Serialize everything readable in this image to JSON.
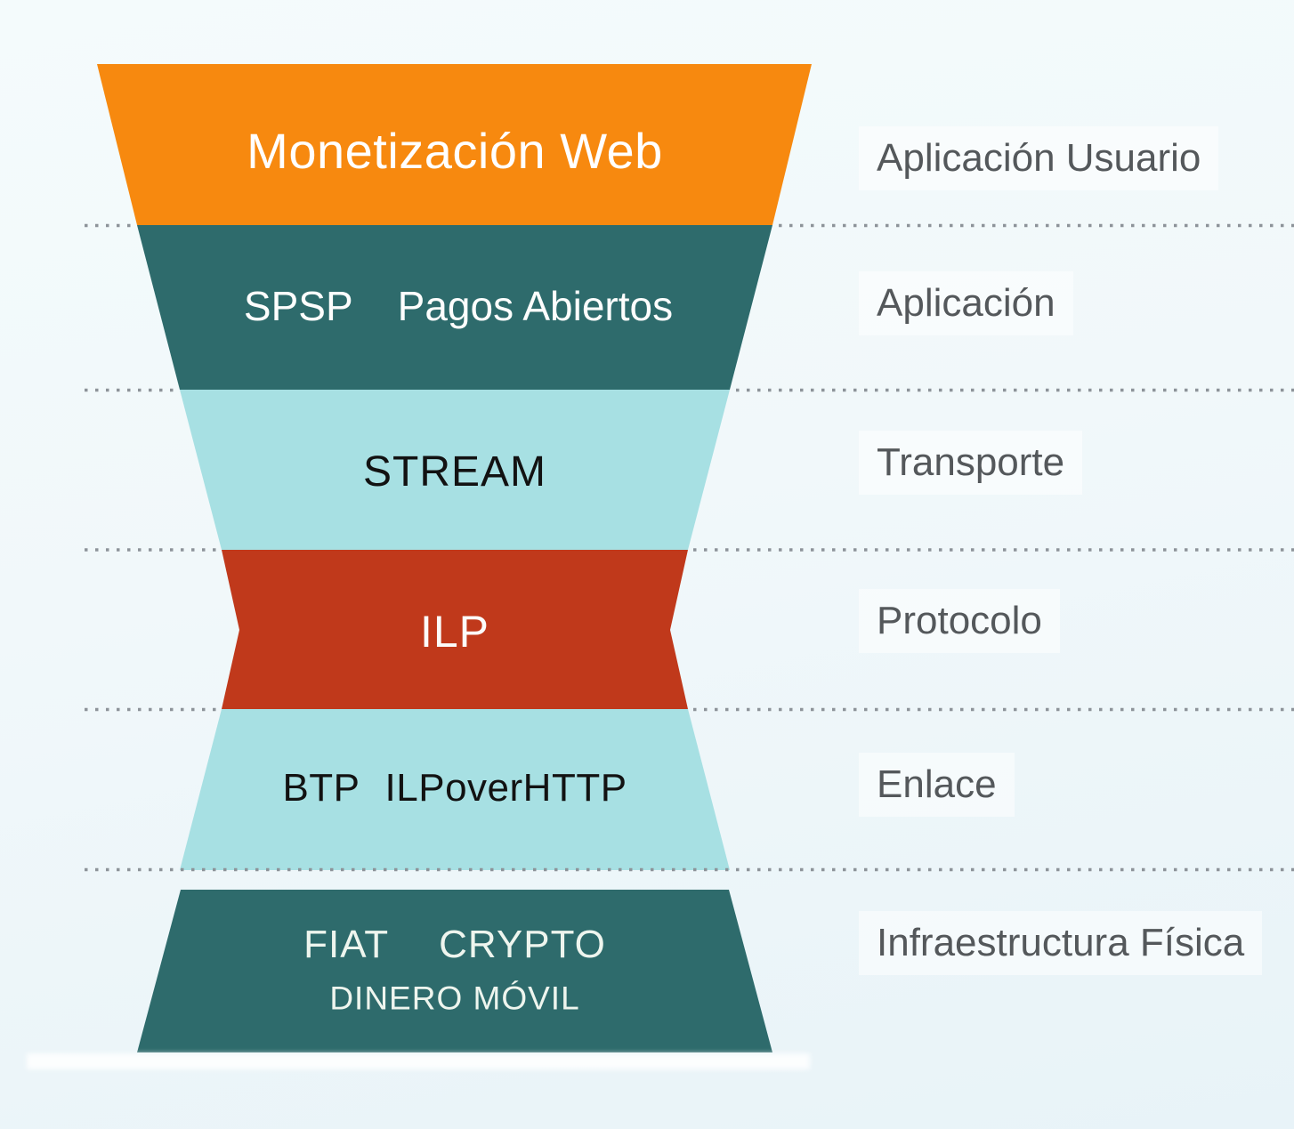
{
  "background": {
    "top_color": "#F4FBFC",
    "bottom_color": "#E8F3F8"
  },
  "separator": {
    "color": "#8D9399"
  },
  "right_column": {
    "text_color": "#54585B"
  },
  "layers": [
    {
      "id": "web-monetization",
      "label": "Monetización Web",
      "right_label": "Aplicación Usuario",
      "color": "#F7890F",
      "text_color": "#FFFFFF"
    },
    {
      "id": "spsp-open-payments",
      "label_left": "SPSP",
      "label_right": "Pagos Abiertos",
      "right_label": "Aplicación",
      "color": "#2E6B6C",
      "text_color": "#FDFEFD"
    },
    {
      "id": "stream",
      "label": "STREAM",
      "right_label": "Transporte",
      "color": "#A7E0E3",
      "text_color": "#121212"
    },
    {
      "id": "ilp",
      "label": "ILP",
      "right_label": "Protocolo",
      "color": "#C0391B",
      "text_color": "#FCFCFA"
    },
    {
      "id": "btp-ilp-over-http",
      "label_left": "BTP",
      "label_right": "ILPoverHTTP",
      "right_label": "Enlace",
      "color": "#A7E0E3",
      "text_color": "#121212"
    },
    {
      "id": "physical-infrastructure",
      "label_left": "FIAT",
      "label_right": "CRYPTO",
      "label_line2": "DINERO MÓVIL",
      "right_label": "Infraestructura Física",
      "color": "#2E6B6C",
      "text_color": "#EEF5EE"
    }
  ]
}
